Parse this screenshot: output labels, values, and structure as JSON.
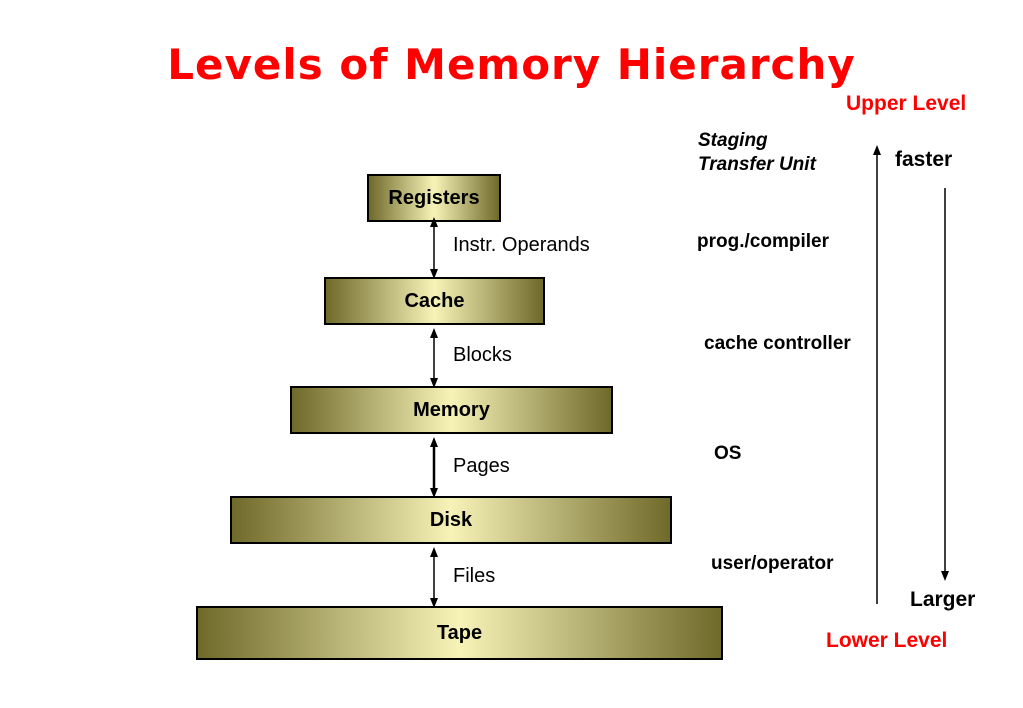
{
  "title": "Levels of Memory Hierarchy",
  "levels": [
    {
      "label": "Registers"
    },
    {
      "label": "Cache"
    },
    {
      "label": "Memory"
    },
    {
      "label": "Disk"
    },
    {
      "label": "Tape"
    }
  ],
  "transfers": [
    {
      "label": "Instr. Operands"
    },
    {
      "label": "Blocks"
    },
    {
      "label": "Pages"
    },
    {
      "label": "Files"
    }
  ],
  "staging": {
    "line1": "Staging",
    "line2": "Transfer Unit"
  },
  "managers": [
    {
      "label": "prog./compiler"
    },
    {
      "label": "cache controller"
    },
    {
      "label": "OS"
    },
    {
      "label": "user/operator"
    }
  ],
  "upper_level": "Upper Level",
  "lower_level": "Lower Level",
  "faster": "faster",
  "larger": "Larger",
  "colors": {
    "title": "#ff0000",
    "level_labels": "#ff0000",
    "box_dark": "#6f6a2a",
    "box_light": "#f7f3b8"
  }
}
